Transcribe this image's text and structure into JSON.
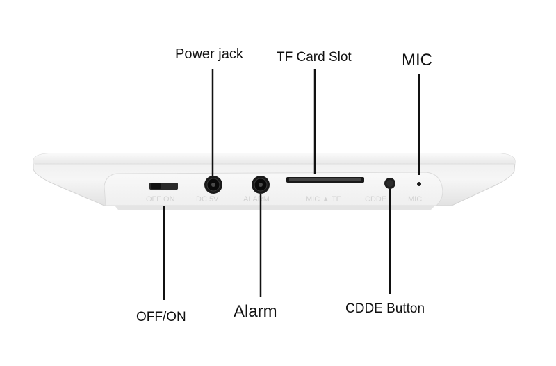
{
  "labels": {
    "power_jack": "Power jack",
    "tf_card_slot": "TF Card Slot",
    "mic": "MIC",
    "off_on": "OFF/ON",
    "alarm": "Alarm",
    "cdde_button": "CDDE Button"
  },
  "embossed": {
    "off_on": "OFF   ON",
    "dc": "DC 5V",
    "alarm": "ALARM",
    "tf": "MIC  ▲  TF",
    "cdde": "CDDE",
    "mic": "MIC"
  },
  "colors": {
    "device_body": "#f2f2f2",
    "device_shadow": "#cfcfcf",
    "port_dark": "#1a1a1a",
    "leader_line": "#111111",
    "label_text": "#111111",
    "embossed_text": "#d6d6d6"
  }
}
